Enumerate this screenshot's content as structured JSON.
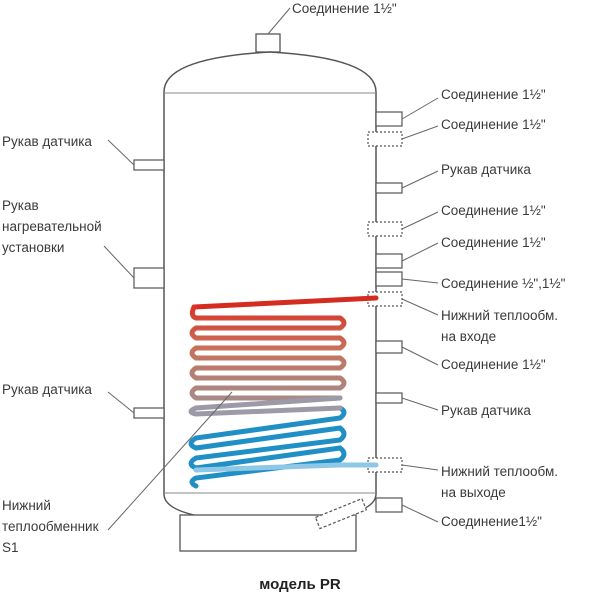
{
  "labels": {
    "top_connection": "Соединение 1½\"",
    "left": {
      "sensor_sleeve_top": "Рукав датчика",
      "heater_sleeve": "Рукав\nнагревательной\nустановки",
      "sensor_sleeve_bottom": "Рукав датчика",
      "lower_exchanger_s1": "Нижний\nтеплообменник\nS1"
    },
    "right": {
      "conn_1": "Соединение 1½\"",
      "conn_2": "Соединение 1½\"",
      "sensor_1": "Рукав датчика",
      "conn_3": "Соединение 1½\"",
      "conn_4": "Соединение 1½\"",
      "conn_5": "Соединение  ½\",1½\"",
      "exchanger_inlet": "Нижний теплообм.\nна входе",
      "conn_6": "Соединение 1½\"",
      "sensor_2": "Рукав датчика",
      "exchanger_outlet": "Нижний теплообм.\nна выходе",
      "conn_7": "Соединение1½\""
    }
  },
  "title": "модель PR",
  "colors": {
    "outline": "#555555",
    "leader": "#666666",
    "coil_hot": "#d42c20",
    "coil_cool": "#b08078",
    "coil_blue": "#1f8fc6",
    "coil_return": "#8ec8e6"
  }
}
